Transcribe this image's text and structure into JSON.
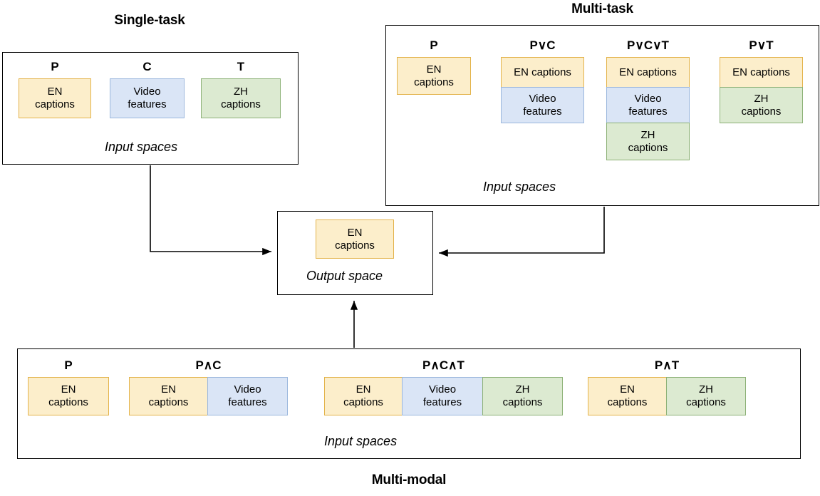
{
  "sections": {
    "single_task": {
      "title": "Single-task",
      "caption": "Input spaces",
      "groups": [
        {
          "label_parts": [
            {
              "t": "P",
              "bold": true
            }
          ],
          "chips": [
            {
              "kind": "en",
              "text": "EN\ncaptions"
            }
          ]
        },
        {
          "label_parts": [
            {
              "t": "C",
              "bold": true
            }
          ],
          "chips": [
            {
              "kind": "vid",
              "text": "Video\nfeatures"
            }
          ]
        },
        {
          "label_parts": [
            {
              "t": "T",
              "bold": true
            }
          ],
          "chips": [
            {
              "kind": "zh",
              "text": "ZH\ncaptions"
            }
          ]
        }
      ]
    },
    "multi_task": {
      "title": "Multi-task",
      "caption": "Input spaces",
      "operator": "∨",
      "groups": [
        {
          "label": "P",
          "chips": [
            {
              "kind": "en",
              "text": "EN\ncaptions"
            }
          ]
        },
        {
          "label": "P∨C",
          "chips": [
            {
              "kind": "en",
              "text": "EN captions"
            },
            {
              "kind": "vid",
              "text": "Video\nfeatures"
            }
          ]
        },
        {
          "label": "P∨C∨T",
          "chips": [
            {
              "kind": "en",
              "text": "EN captions"
            },
            {
              "kind": "vid",
              "text": "Video\nfeatures"
            },
            {
              "kind": "zh",
              "text": "ZH\ncaptions"
            }
          ]
        },
        {
          "label": "P∨T",
          "chips": [
            {
              "kind": "en",
              "text": "EN captions"
            },
            {
              "kind": "zh",
              "text": "ZH\ncaptions"
            }
          ]
        }
      ]
    },
    "multi_modal": {
      "title": "Multi-modal",
      "caption": "Input spaces",
      "operator": "∧",
      "groups": [
        {
          "label": "P",
          "chips": [
            {
              "kind": "en",
              "text": "EN\ncaptions"
            }
          ]
        },
        {
          "label": "P∧C",
          "chips": [
            {
              "kind": "en",
              "text": "EN\ncaptions"
            },
            {
              "kind": "vid",
              "text": "Video\nfeatures"
            }
          ]
        },
        {
          "label": "P∧C∧T",
          "chips": [
            {
              "kind": "en",
              "text": "EN\ncaptions"
            },
            {
              "kind": "vid",
              "text": "Video\nfeatures"
            },
            {
              "kind": "zh",
              "text": "ZH\ncaptions"
            }
          ]
        },
        {
          "label": "P∧T",
          "chips": [
            {
              "kind": "en",
              "text": "EN\ncaptions"
            },
            {
              "kind": "zh",
              "text": "ZH\ncaptions"
            }
          ]
        }
      ]
    },
    "output": {
      "caption": "Output space",
      "chip": {
        "kind": "en",
        "text": "EN\ncaptions"
      }
    }
  },
  "colors": {
    "en_fill": "#fceecb",
    "en_border": "#e3b34b",
    "video_fill": "#dae5f6",
    "video_border": "#9bb7dd",
    "zh_fill": "#dcead1",
    "zh_border": "#8cb176",
    "panel_border": "#000000",
    "connector": "#000000"
  },
  "connectors": [
    {
      "name": "single-task-to-output",
      "direction": "right"
    },
    {
      "name": "multi-task-to-output",
      "direction": "left"
    },
    {
      "name": "multi-modal-to-output",
      "direction": "up"
    }
  ]
}
